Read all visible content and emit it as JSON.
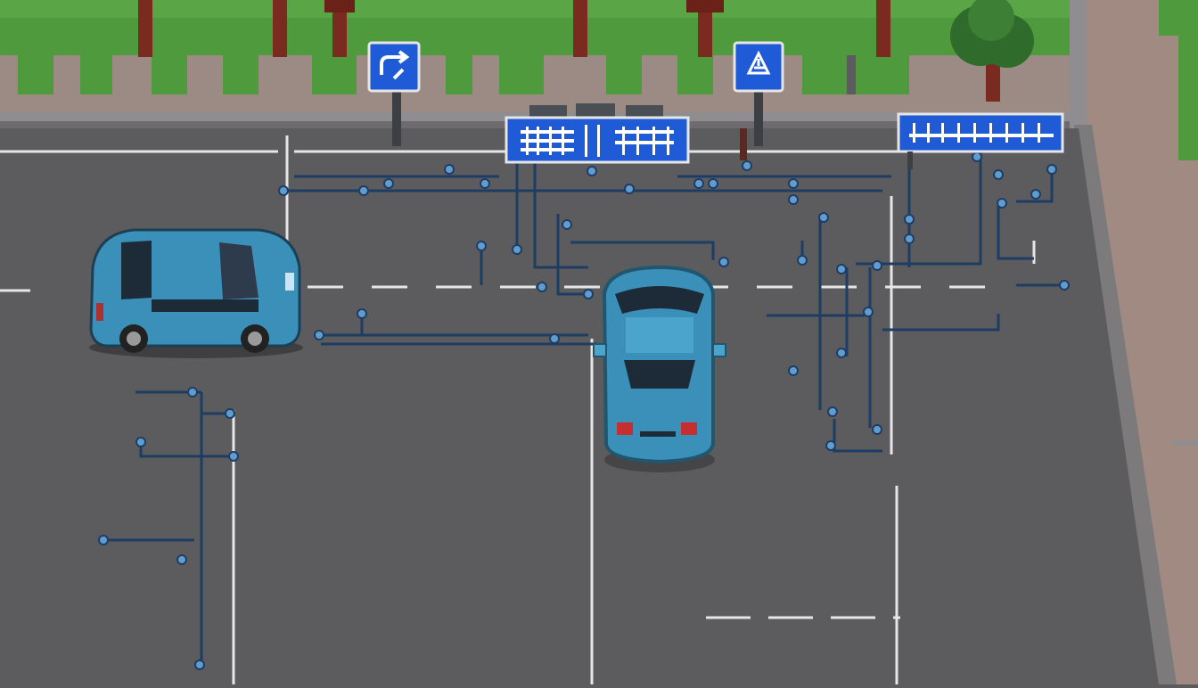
{
  "scene": {
    "kind": "pixel-art top-down parking lot",
    "colors": {
      "grass": "#4f9a3d",
      "grass_dark": "#3f8a34",
      "sidewalk": "#9c8a84",
      "curb": "#7d7a7c",
      "asphalt": "#5c5c5e",
      "asphalt_dark": "#525254",
      "lane_marking": "#e6e6e6",
      "sign_blue": "#1f5bd6",
      "post": "#3c3f44",
      "car_body": "#3a90b8",
      "car_shadow": "#21566f",
      "wire": "#1f3d63",
      "node": "#5f9ccf",
      "tree_trunk": "#7a2a1e",
      "tree_leaf": "#2f6b2a",
      "dirt_path": "#a08a82"
    }
  },
  "signs": [
    {
      "id": "sign-left",
      "icon": "right-turn-arrow-icon"
    },
    {
      "id": "sign-right",
      "icon": "recycle-icon"
    }
  ],
  "banners": [
    {
      "id": "banner-center",
      "icon": "barcode-pattern-icon"
    },
    {
      "id": "banner-right",
      "icon": "barcode-pattern-icon"
    }
  ],
  "cars": [
    {
      "id": "car-parked-left",
      "heading": "left"
    },
    {
      "id": "car-player",
      "heading": "up"
    }
  ],
  "wire_network": {
    "icon": "circuit-wire-icon"
  }
}
